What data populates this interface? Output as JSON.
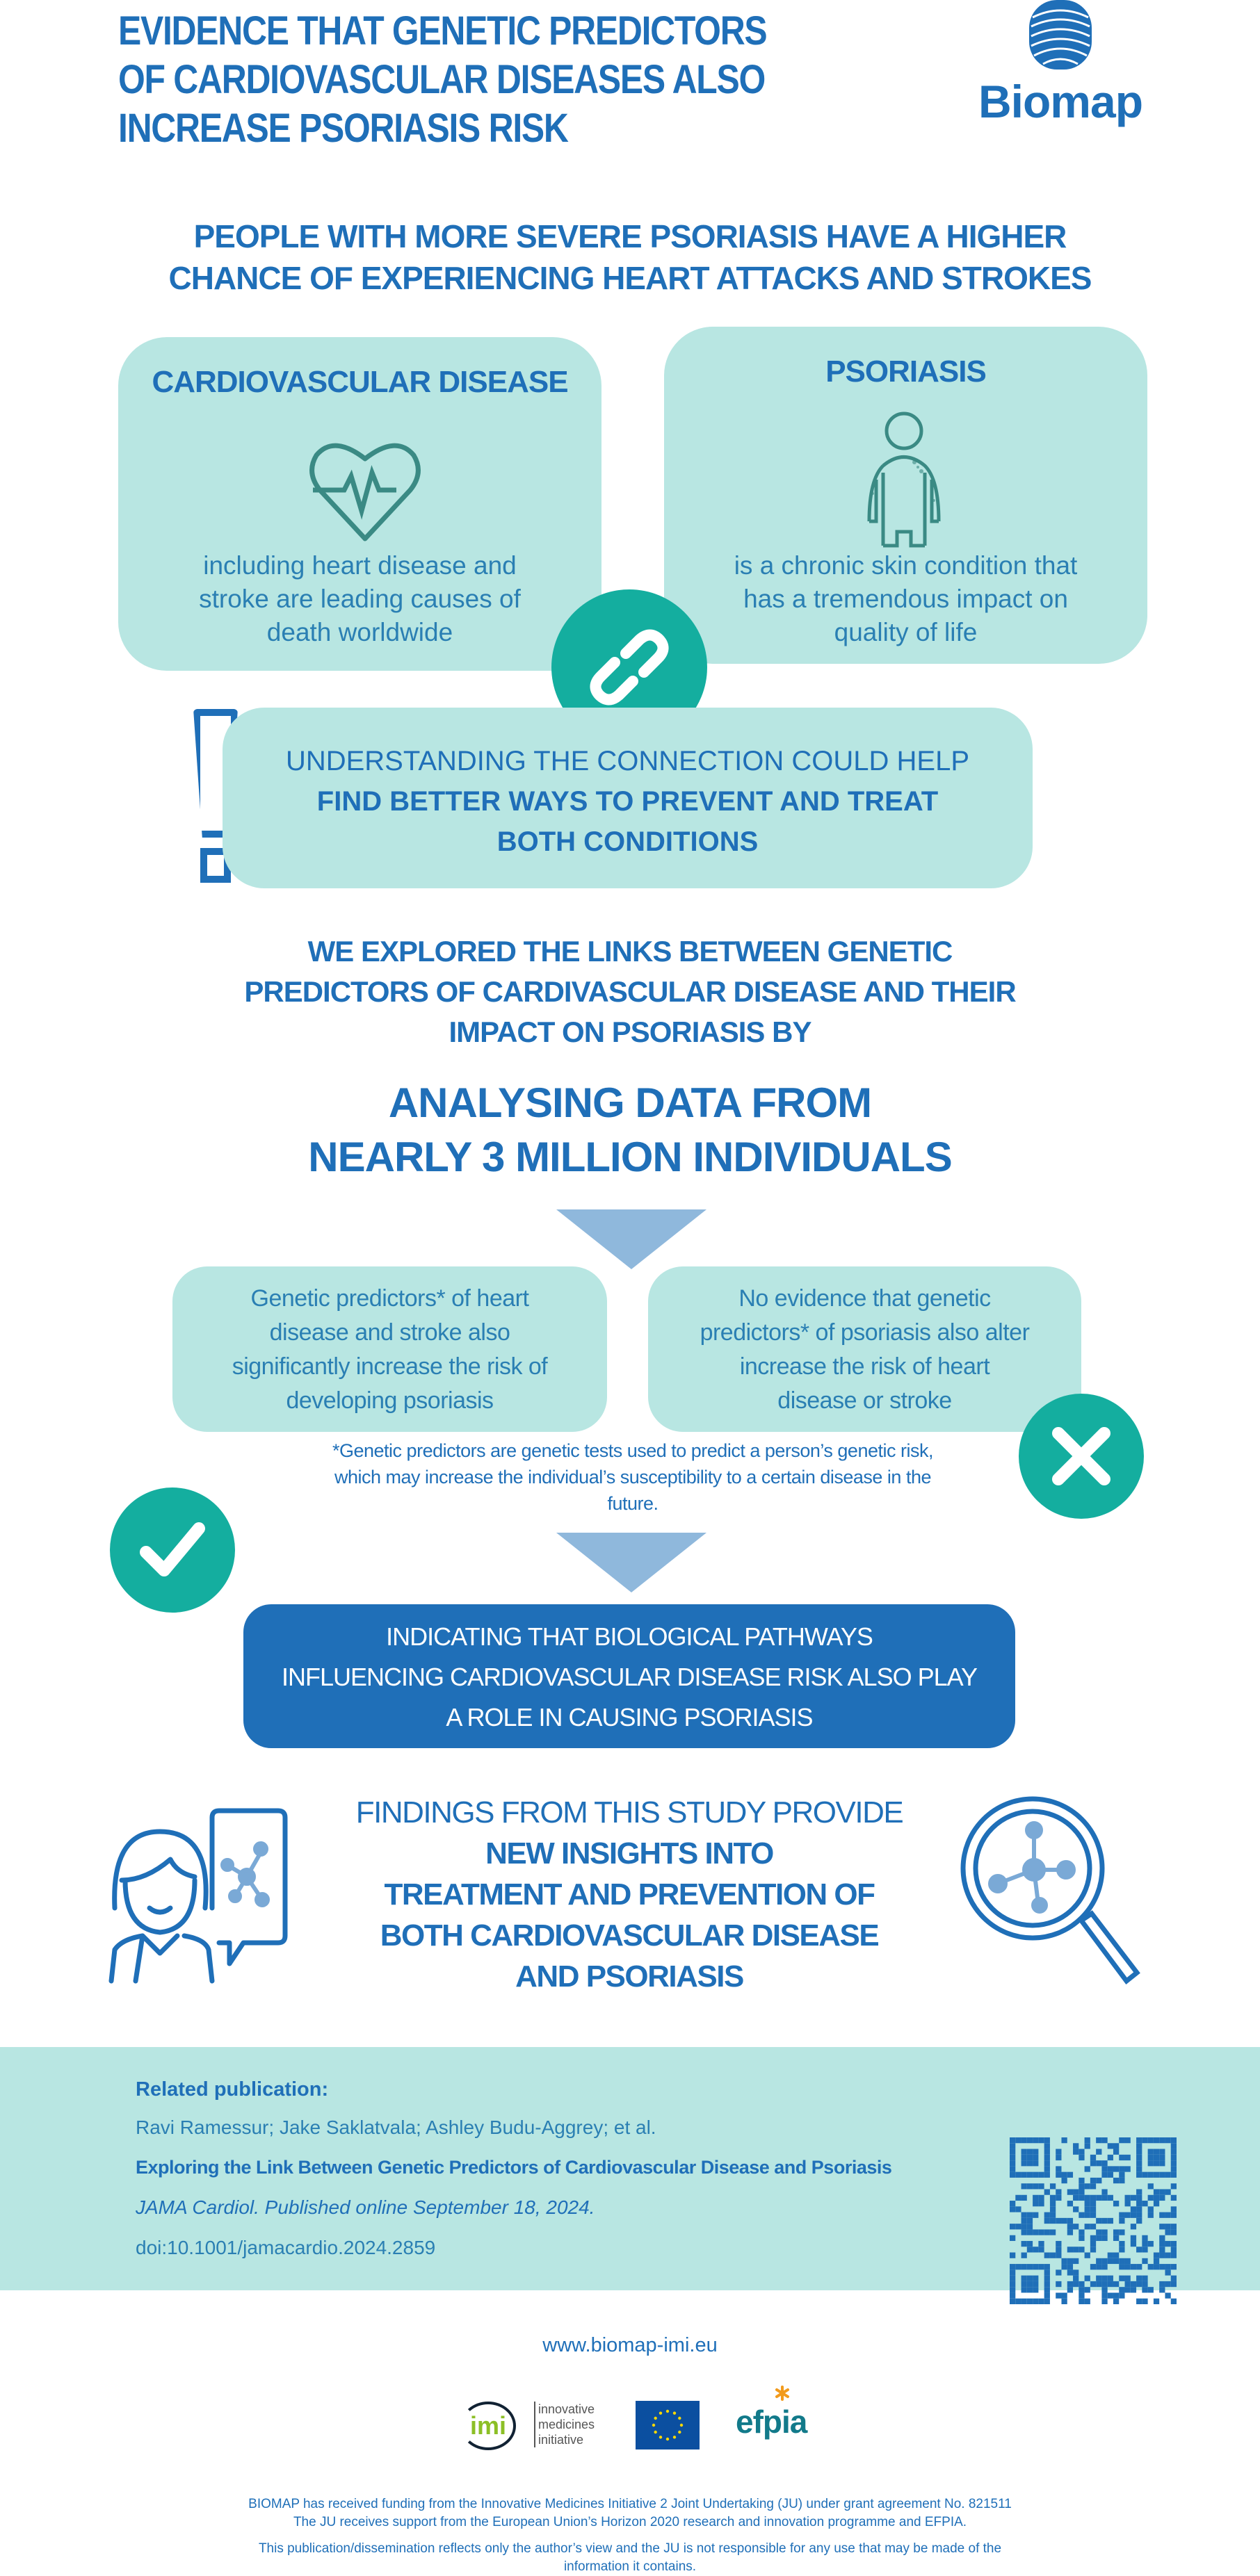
{
  "header": {
    "title_lines": [
      "EVIDENCE THAT GENETIC PREDICTORS",
      "OF CARDIOVASCULAR DISEASES ALSO",
      "INCREASE PSORIASIS RISK"
    ],
    "logo_text": "Biomap"
  },
  "intro": {
    "lines": [
      "PEOPLE WITH MORE SEVERE PSORIASIS HAVE A HIGHER",
      "CHANCE OF EXPERIENCING HEART ATTACKS AND STROKES"
    ]
  },
  "cards": [
    {
      "title": "CARDIOVASCULAR DISEASE",
      "lines": [
        "including heart disease and",
        "stroke are leading causes of",
        "death worldwide"
      ],
      "icon": "heart-pulse-icon"
    },
    {
      "title": "PSORIASIS",
      "lines": [
        "is a chronic skin condition that",
        "has a tremendous impact on",
        "quality of life"
      ],
      "icon": "person-skin-icon"
    }
  ],
  "connection": {
    "line1": "UNDERSTANDING THE CONNECTION COULD HELP",
    "bold_lines": [
      "FIND BETTER WAYS TO PREVENT AND TREAT",
      "BOTH CONDITIONS"
    ]
  },
  "explored": {
    "lines": [
      "WE EXPLORED THE LINKS BETWEEN GENETIC",
      "PREDICTORS OF CARDIVASCULAR DISEASE AND THEIR",
      "IMPACT ON PSORIASIS BY"
    ]
  },
  "analysing": {
    "lines": [
      "ANALYSING DATA FROM",
      "NEARLY 3 MILLION INDIVIDUALS"
    ]
  },
  "results": [
    {
      "lines": [
        "Genetic predictors* of heart",
        "disease and stroke also",
        "significantly increase the risk of",
        "developing psoriasis"
      ],
      "icon": "check-icon"
    },
    {
      "lines": [
        "No evidence that genetic",
        "predictors* of psoriasis also alter",
        "increase the risk of heart",
        "disease or stroke"
      ],
      "icon": "x-icon"
    }
  ],
  "footnote": {
    "lines": [
      "*Genetic predictors are genetic tests used to predict a person’s genetic risk,",
      "which may increase the individual’s susceptibility to a certain disease in the",
      "future."
    ]
  },
  "conclusion": {
    "lines": [
      "INDICATING THAT BIOLOGICAL PATHWAYS",
      "INFLUENCING CARDIOVASCULAR DISEASE RISK ALSO PLAY",
      "A ROLE IN CAUSING PSORIASIS"
    ]
  },
  "findings": {
    "line1": "FINDINGS FROM THIS STUDY PROVIDE",
    "bold_lines": [
      "NEW INSIGHTS INTO",
      "TREATMENT AND PREVENTION OF",
      "BOTH CARDIOVASCULAR DISEASE",
      "AND PSORIASIS"
    ]
  },
  "publication": {
    "label": "Related publication:",
    "authors": "Ravi Ramessur; Jake Saklatvala; Ashley Budu-Aggrey; et al.",
    "title": "Exploring the Link Between Genetic Predictors of Cardiovascular Disease and Psoriasis",
    "journal": "JAMA Cardiol. Published online September 18, 2024.",
    "doi": "doi:10.1001/jamacardio.2024.2859"
  },
  "footer": {
    "website": "www.biomap-imi.eu",
    "imi_logo": {
      "mark": "imi",
      "text": [
        "innovative",
        "medicines",
        "initiative"
      ]
    },
    "efpia_logo": "efpia",
    "funding_lines": [
      "BIOMAP has received funding from the Innovative Medicines Initiative 2 Joint Undertaking (JU) under grant agreement No. 821511",
      "The JU receives support from the European Union’s Horizon 2020 research and innovation programme and EFPIA."
    ],
    "disclaimer_lines": [
      "This publication/dissemination reflects only the author’s view and the JU is not responsible for any use that may be made of the",
      "information it contains."
    ]
  },
  "colors": {
    "blue": "#1f6fb8",
    "teal": "#14ae9f",
    "mint": "#b8e6e2",
    "arrow": "#8fb8dc",
    "icon_dark": "#3a8a84"
  }
}
